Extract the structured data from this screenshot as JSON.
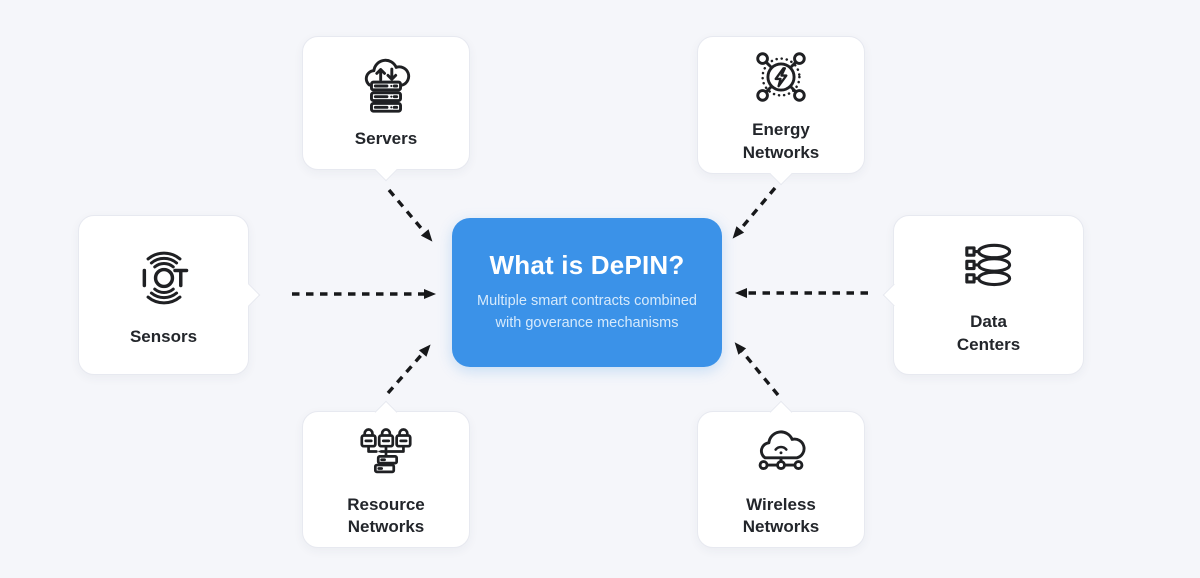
{
  "center_box": {
    "title": "What is DePIN?",
    "subtitle": "Multiple smart contracts combined with goverance mechanisms"
  },
  "nodes": [
    {
      "id": "servers",
      "label": "Servers",
      "icon": "cloud-upload-servers-icon",
      "position": "top-left"
    },
    {
      "id": "energy-networks",
      "label": "Energy Networks",
      "icon": "energy-network-icon",
      "position": "top-right"
    },
    {
      "id": "sensors",
      "label": "Sensors",
      "icon": "iot-signal-icon",
      "position": "middle-left"
    },
    {
      "id": "data-centers",
      "label": "Data Centers",
      "icon": "database-stack-icon",
      "position": "middle-right"
    },
    {
      "id": "resource-networks",
      "label": "Resource Networks",
      "icon": "locked-resources-icon",
      "position": "bottom-left"
    },
    {
      "id": "wireless-networks",
      "label": "Wireless Networks",
      "icon": "wireless-cloud-network-icon",
      "position": "bottom-right"
    }
  ],
  "connections": [
    {
      "from": "servers",
      "to": "center",
      "style": "dashed-arrow"
    },
    {
      "from": "energy-networks",
      "to": "center",
      "style": "dashed-arrow"
    },
    {
      "from": "sensors",
      "to": "center",
      "style": "dashed-arrow"
    },
    {
      "from": "data-centers",
      "to": "center",
      "style": "dashed-arrow"
    },
    {
      "from": "resource-networks",
      "to": "center",
      "style": "dashed-arrow"
    },
    {
      "from": "wireless-networks",
      "to": "center",
      "style": "dashed-arrow"
    }
  ],
  "style": {
    "canvas_background": "#f5f6fa",
    "card_background": "#ffffff",
    "card_border": "#e7e9f0",
    "label_color": "#23262b",
    "icon_stroke": "#1f2023",
    "arrow_color": "#17181a",
    "accent_blue": "#3b92e8",
    "title_color": "#ffffff",
    "subtitle_color": "#d6eafc"
  }
}
